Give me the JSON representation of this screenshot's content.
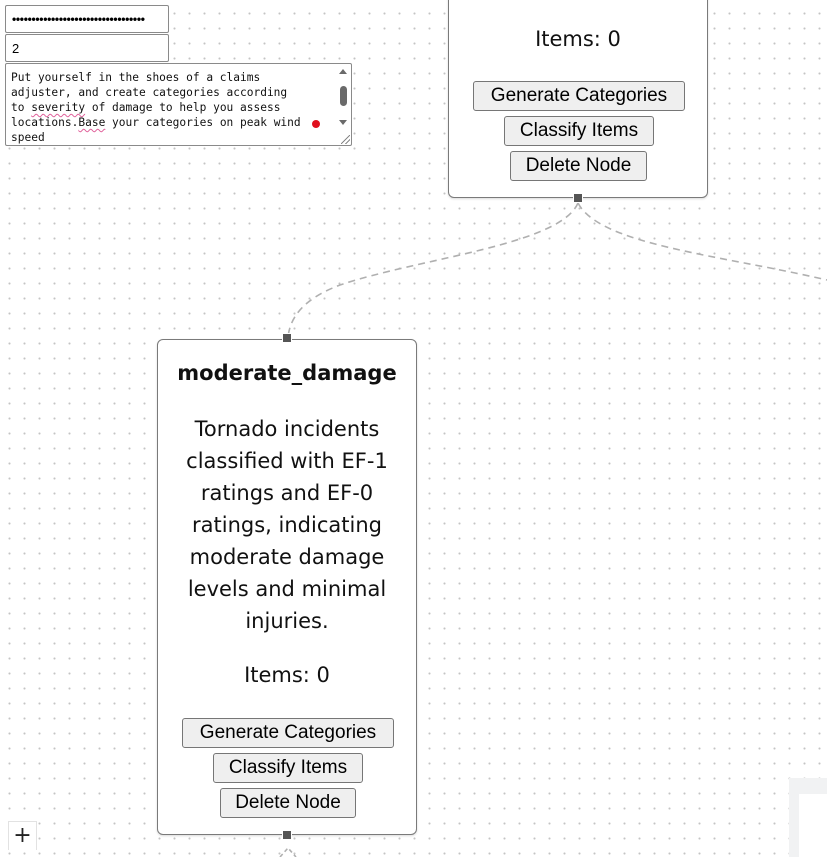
{
  "inputs": {
    "password_value": "••••••••••••••••••••••••••••••••••",
    "number_value": "2",
    "prompt_parts": [
      "Put yourself in the shoes of a claims\nadjuster, and create categories according\nto ",
      "severity",
      " of damage to help you assess\nlocations.",
      "Base",
      " your categories on peak wind\nspeed"
    ]
  },
  "nodes": [
    {
      "items_label": "Items: 0",
      "buttons": [
        "Generate Categories",
        "Classify Items",
        "Delete Node"
      ]
    },
    {
      "title": "moderate_damage",
      "description_lines": [
        "Tornado incidents",
        "classified with EF-1",
        "ratings and EF-0",
        "ratings, indicating",
        "moderate damage",
        "levels and minimal",
        "injuries."
      ],
      "items_label": "Items: 0",
      "buttons": [
        "Generate Categories",
        "Classify Items",
        "Delete Node"
      ]
    }
  ],
  "controls": {
    "add_label": "+"
  },
  "icons": {
    "add": "plus-icon",
    "handle": "connection-handle-icon"
  },
  "colors": {
    "edge": "#b0b0b0",
    "handle": "#555555",
    "button_bg": "#efefef",
    "spellcheck": "#e0609a",
    "cursor_dot": "#e0101e"
  }
}
